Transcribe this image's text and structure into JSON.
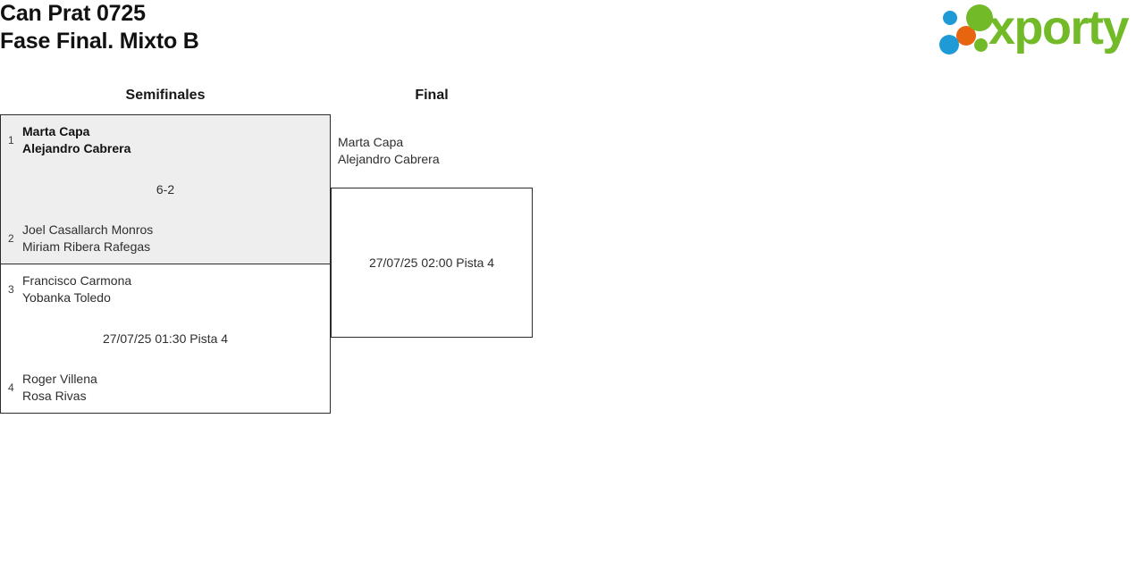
{
  "header": {
    "title_line1": "Can Prat 0725",
    "title_line2": "Fase Final. Mixto B",
    "logo": {
      "wordmark": "xporty",
      "colors": {
        "green": "#72ba28",
        "blue": "#1e9ad6",
        "orange": "#e8650f"
      },
      "dots": [
        "blue-small",
        "orange",
        "blue-large",
        "green-large",
        "green-small"
      ]
    }
  },
  "bracket": {
    "rounds": [
      {
        "label": "Semifinales"
      },
      {
        "label": "Final"
      }
    ],
    "matches": {
      "sf1": {
        "played": true,
        "score": "6-2",
        "top": {
          "seed": "1",
          "player1": "Marta Capa",
          "player2": "Alejandro Cabrera",
          "winner": true
        },
        "bottom": {
          "seed": "2",
          "player1": "Joel Casallarch Monros",
          "player2": "Miriam Ribera Rafegas",
          "winner": false
        }
      },
      "sf2": {
        "played": false,
        "schedule": "27/07/25 01:30 Pista 4",
        "top": {
          "seed": "3",
          "player1": "Francisco Carmona",
          "player2": "Yobanka Toledo",
          "winner": false
        },
        "bottom": {
          "seed": "4",
          "player1": "Roger Villena",
          "player2": "Rosa Rivas",
          "winner": false
        }
      },
      "final": {
        "played": false,
        "schedule": "27/07/25 02:00 Pista 4",
        "top": {
          "seed": "",
          "player1": "Marta Capa",
          "player2": "Alejandro Cabrera",
          "winner": false
        },
        "bottom": {
          "seed": "",
          "player1": "",
          "player2": "",
          "winner": false
        }
      }
    }
  }
}
